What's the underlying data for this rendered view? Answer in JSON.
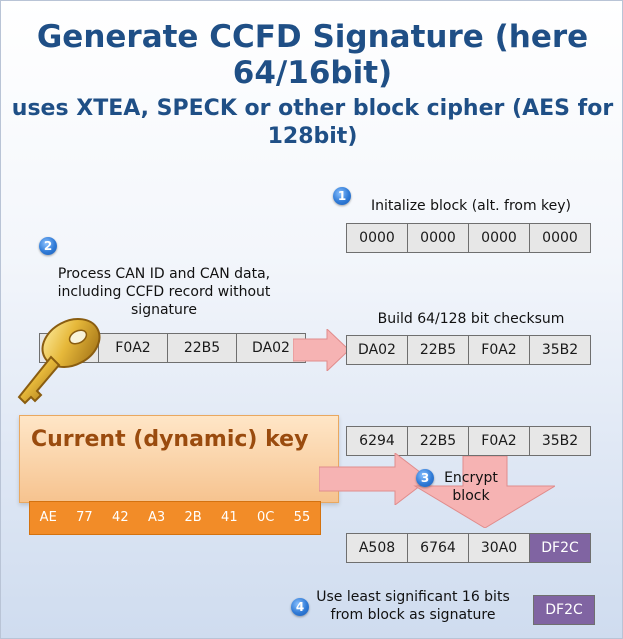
{
  "title": "Generate CCFD Signature (here 64/16bit)",
  "subtitle": "uses XTEA, SPECK or other block cipher (AES for 128bit)",
  "steps": [
    {
      "number": "1",
      "label": "Initalize block (alt. from key)"
    },
    {
      "number": "2",
      "label": "Process CAN ID and CAN data, including CCFD record without signature"
    },
    {
      "number": "3",
      "label": "Encrypt block"
    },
    {
      "number": "4",
      "label": "Use least significant 16 bits from block as signature"
    }
  ],
  "init_block": [
    "0000",
    "0000",
    "0000",
    "0000"
  ],
  "can_data_block": [
    "F0A2",
    "22B5",
    "DA02"
  ],
  "checksum_label": "Build 64/128 bit checksum",
  "checksum_block": [
    "DA02",
    "22B5",
    "F0A2",
    "35B2"
  ],
  "pre_encrypt_block": [
    "6294",
    "22B5",
    "F0A2",
    "35B2"
  ],
  "encrypted_block": [
    "A508",
    "6764",
    "30A0",
    "DF2C"
  ],
  "signature": "DF2C",
  "key": {
    "title": "Current (dynamic) key",
    "bytes": [
      "AE",
      "77",
      "42",
      "A3",
      "2B",
      "41",
      "0C",
      "55"
    ],
    "icon": "key-icon"
  },
  "colors": {
    "title": "#1f4f86",
    "key_bytes_bg": "#f28c28",
    "signature_bg": "#8064a2",
    "arrow": "#f6b3b3"
  }
}
